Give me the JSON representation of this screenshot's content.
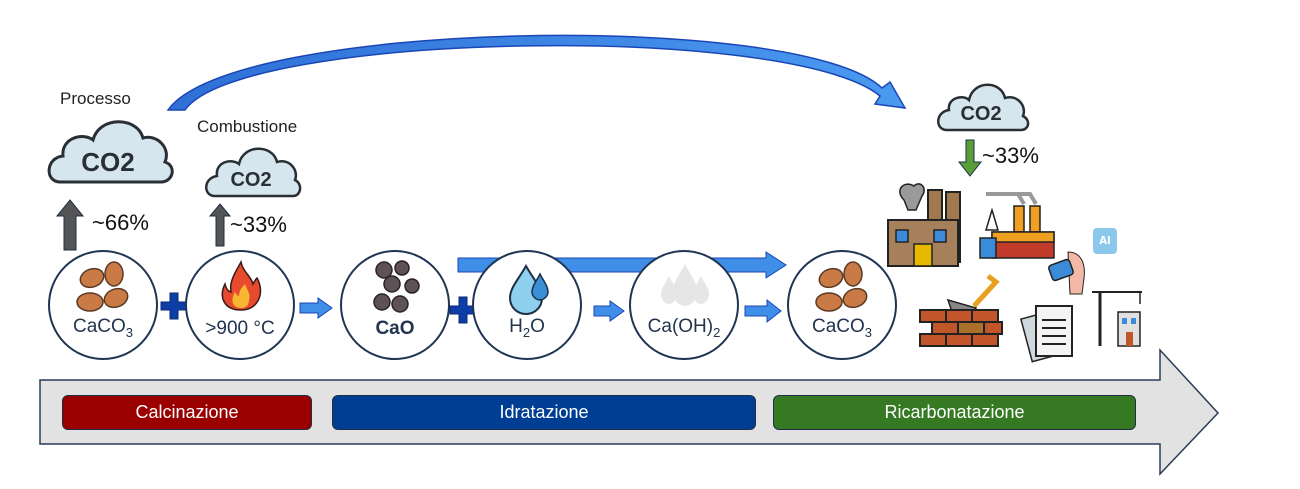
{
  "emissions": {
    "process": {
      "label": "Processo",
      "gas": "CO2",
      "percent": "~66%"
    },
    "combustion": {
      "label": "Combustione",
      "gas": "CO2",
      "percent": "~33%"
    },
    "reabsorbed": {
      "gas": "CO2",
      "percent": "~33%"
    }
  },
  "steps": [
    {
      "label": "CaCO3",
      "icon": "limestone-rocks-icon"
    },
    {
      "label": ">900 °C",
      "icon": "fire-icon"
    },
    {
      "label": "CaO",
      "icon": "lime-rocks-icon"
    },
    {
      "label": "H2O",
      "icon": "water-drop-icon"
    },
    {
      "label": "Ca(OH)2",
      "icon": "hydrated-lime-icon"
    },
    {
      "label": "CaCO3",
      "icon": "limestone-rocks-icon"
    }
  ],
  "applications": [
    "industry-factory-icon",
    "power-plant-icon",
    "food-additive-icon",
    "drinking-water-icon",
    "construction-brick-icon",
    "paper-icon",
    "building-crane-icon"
  ],
  "ai_badge": "AI",
  "phases": [
    {
      "label": "Calcinazione",
      "color": "#9b0000"
    },
    {
      "label": "Idratazione",
      "color": "#003e94"
    },
    {
      "label": "Ricarbonatazione",
      "color": "#357a22"
    }
  ],
  "colors": {
    "arrow_blue": "#3f8ee8",
    "up_arrow": "#555555",
    "down_arrow": "#5a9e3a",
    "cloud": "#d6e6ee",
    "timeline": "#e2e2e2"
  }
}
